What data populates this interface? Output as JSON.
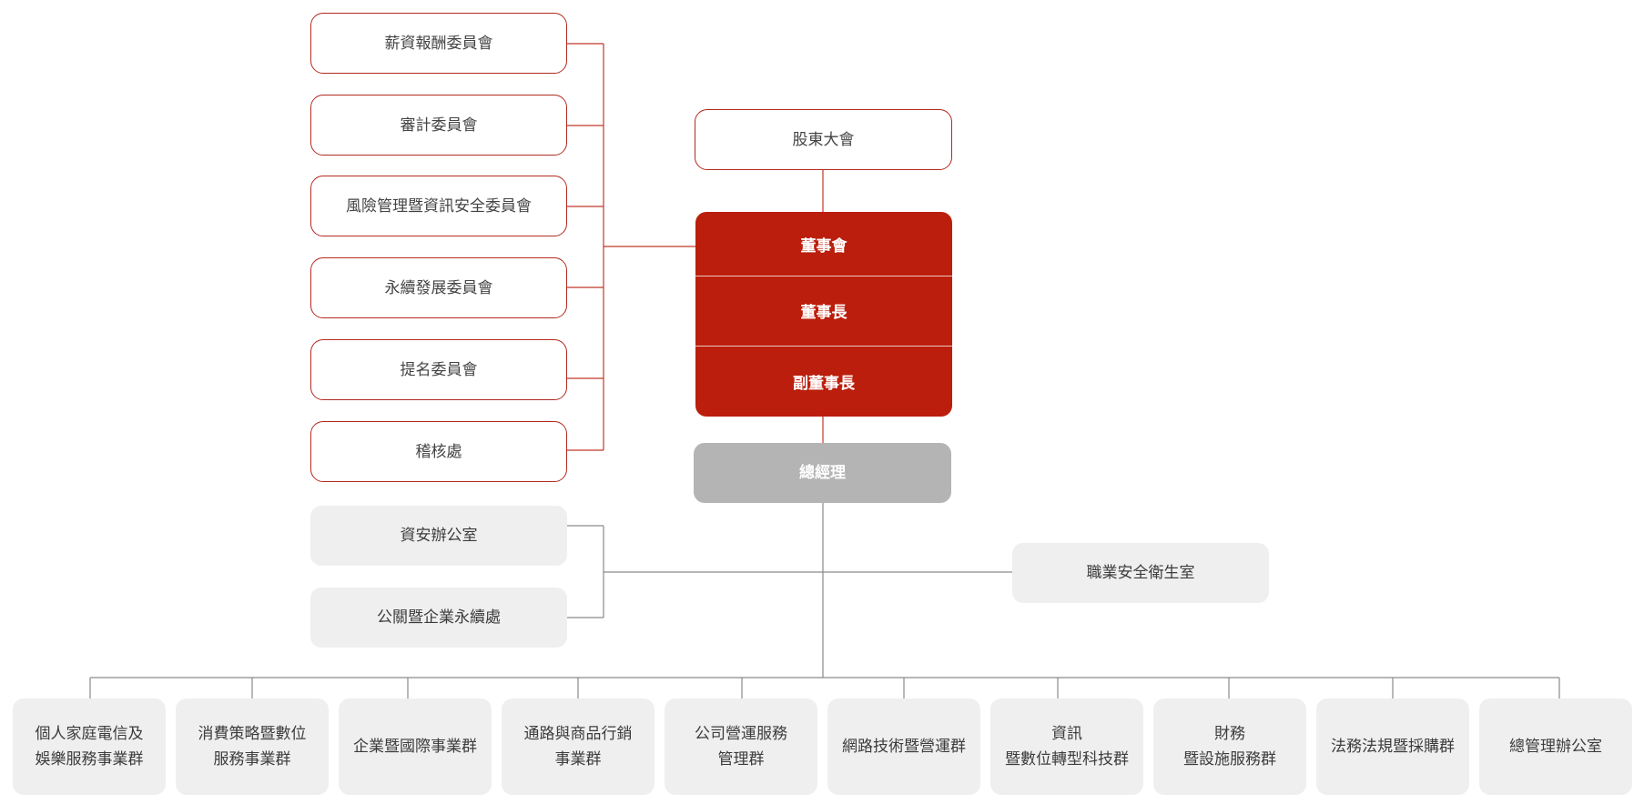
{
  "committees": [
    {
      "label": "薪資報酬委員會"
    },
    {
      "label": "審計委員會"
    },
    {
      "label": "風險管理暨資訊安全委員會"
    },
    {
      "label": "永續發展委員會"
    },
    {
      "label": "提名委員會"
    },
    {
      "label": "稽核處"
    }
  ],
  "shareholders": "股東大會",
  "board": {
    "board_of_directors": "董事會",
    "chairman": "董事長",
    "vice_chairman": "副董事長"
  },
  "president": "總經理",
  "staff_offices_left": [
    {
      "label": "資安辦公室"
    },
    {
      "label": "公關暨企業永續處"
    }
  ],
  "staff_office_right": "職業安全衛生室",
  "business_groups": [
    {
      "line1": "個人家庭電信及",
      "line2": "娛樂服務事業群"
    },
    {
      "line1": "消費策略暨數位",
      "line2": "服務事業群"
    },
    {
      "line1": "企業暨國際事業群",
      "line2": ""
    },
    {
      "line1": "通路與商品行銷",
      "line2": "事業群"
    },
    {
      "line1": "公司營運服務",
      "line2": "管理群"
    },
    {
      "line1": "網路技術暨營運群",
      "line2": ""
    },
    {
      "line1": "資訊",
      "line2": "暨數位轉型科技群"
    },
    {
      "line1": "財務",
      "line2": "暨設施服務群"
    },
    {
      "line1": "法務法規暨採購群",
      "line2": ""
    },
    {
      "line1": "總管理辦公室",
      "line2": ""
    }
  ],
  "colors": {
    "board_red": "#bb1e0c",
    "outline_red": "#b22a20",
    "connector_red": "#c0392b",
    "connector_grey": "#8a8a8a",
    "president_grey": "#b4b4b4",
    "box_grey": "#efefef"
  }
}
